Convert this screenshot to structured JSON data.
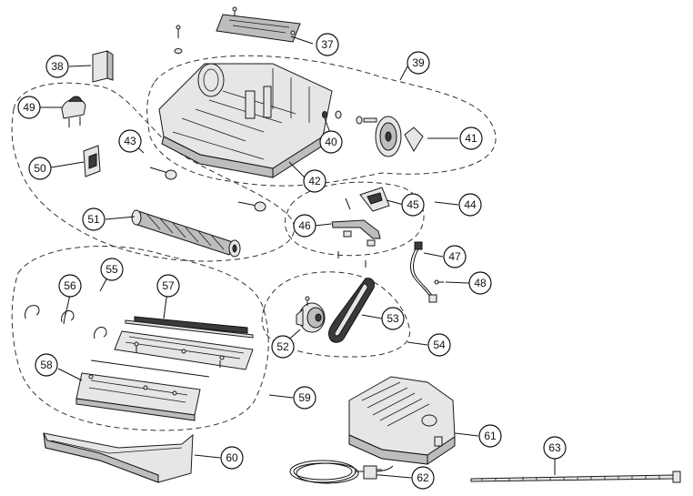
{
  "callouts": {
    "c37": "37",
    "c38": "38",
    "c39": "39",
    "c40": "40",
    "c41": "41",
    "c42": "42",
    "c43": "43",
    "c44": "44",
    "c45": "45",
    "c46": "46",
    "c47": "47",
    "c48": "48",
    "c49": "49",
    "c50": "50",
    "c51": "51",
    "c52": "52",
    "c53": "53",
    "c54": "54",
    "c55": "55",
    "c56": "56",
    "c57": "57",
    "c58": "58",
    "c59": "59",
    "c60": "60",
    "c61": "61",
    "c62": "62",
    "c63": "63"
  }
}
